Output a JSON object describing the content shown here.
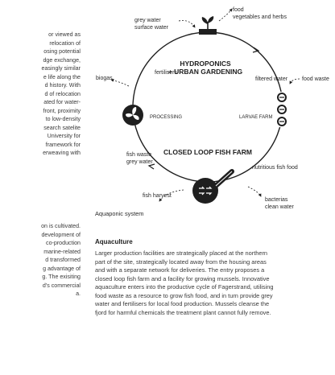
{
  "left_column_top": [
    "or viewed as",
    "relocation of",
    "osing potential",
    "dge exchange,",
    "easingly similar",
    "e life along the",
    "d history. With",
    "d of relocation",
    "ated for water-",
    "front, proximity",
    "to low-density",
    "search satelite",
    "University for",
    "framework for",
    "erweaving with"
  ],
  "left_column_bottom": [
    "on is cultivated.",
    "development of",
    "co-production",
    "marine-related",
    "d transformed",
    "g advantage of",
    "g. The exisiting",
    "d's commercial",
    "a."
  ],
  "diagram": {
    "center_title_top_line1": "HYDROPONICS",
    "center_title_top_line2": "+ URBAN GARDENING",
    "center_title_bottom": "CLOSED LOOP FISH FARM",
    "label_grey_water_1": "grey water",
    "label_surface_water": "surface water",
    "label_food": "food",
    "label_vegetables_herbs": "vegetables and herbs",
    "label_fertilisers": "fertilisers",
    "label_filtered_water": "filtered water",
    "label_food_waste": "food waste",
    "label_biogas": "biogas",
    "label_processing": "PROCESSING",
    "label_larvae_farm": "LARVAE FARM",
    "label_fish_waste": "fish waste",
    "label_grey_water_2": "grey water",
    "label_nutritious_fish_food": "nutritious fish food",
    "label_fish_harvest": "fish harvest",
    "label_bacterias": "bacterias",
    "label_clean_water": "clean water",
    "caption": "Aquaponic system"
  },
  "section": {
    "title": "Aquaculture",
    "lines": [
      "Larger production facilities are strategically placed at the northern",
      "part of the site, strategically located away from the housing areas",
      "and with a separate network for deliveries. The entry proposes a",
      "closed loop fish farm and a facility for growing mussels. Innovative",
      "aquaculture enters into the productive cycle of Fagerstrand, utilising",
      "food waste as a resource to grow fish food, and in turn provide grey",
      "water and fertilisers for local food production. Mussels cleanse the",
      "fjord for harmful chemicals the treatment plant cannot fully remove."
    ]
  },
  "colors": {
    "ink": "#1f1f1f",
    "text": "#3a3a3a",
    "background": "#ffffff"
  }
}
